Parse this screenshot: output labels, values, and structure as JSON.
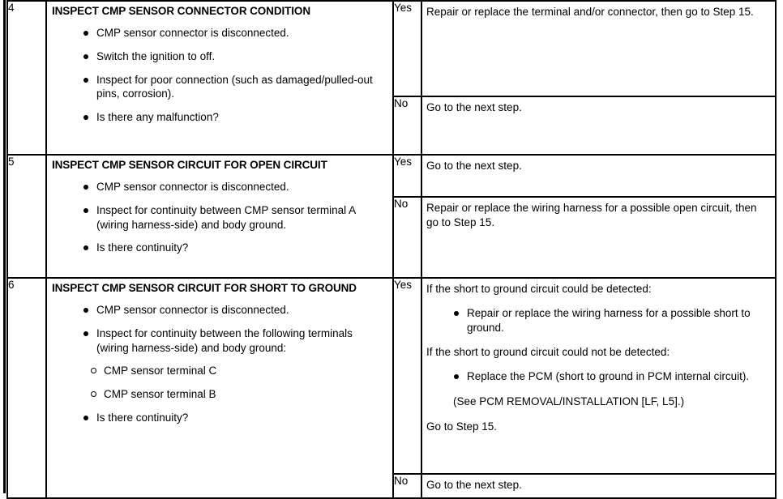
{
  "table": {
    "columns": [
      "step-number",
      "step-description",
      "answer-label",
      "answer-action"
    ],
    "rows": [
      {
        "number": "4",
        "title": "INSPECT CMP SENSOR CONNECTOR CONDITION",
        "bullets": [
          "CMP sensor connector is disconnected.",
          "Switch the ignition to off.",
          "Inspect for poor connection (such as damaged/pulled-out pins, corrosion).",
          "Is there any malfunction?"
        ],
        "yes_label": "Yes",
        "yes_action": "Repair or replace the terminal and/or connector, then go to Step 15.",
        "no_label": "No",
        "no_action": "Go to the next step."
      },
      {
        "number": "5",
        "title": "INSPECT CMP SENSOR CIRCUIT FOR OPEN CIRCUIT",
        "bullets": [
          "CMP sensor connector is disconnected.",
          "Inspect for continuity between CMP sensor terminal A (wiring harness-side) and body ground.",
          "Is there continuity?"
        ],
        "yes_label": "Yes",
        "yes_action": "Go to the next step.",
        "no_label": "No",
        "no_action": "Repair or replace the wiring harness for a possible open circuit, then go to Step 15."
      },
      {
        "number": "6",
        "title": "INSPECT CMP SENSOR CIRCUIT FOR SHORT TO GROUND",
        "bullet_1": "CMP sensor connector is disconnected.",
        "bullet_2": "Inspect for continuity between the following terminals (wiring harness-side) and body ground:",
        "sub_bullets": [
          "CMP sensor terminal C",
          "CMP sensor terminal B"
        ],
        "bullet_3": "Is there continuity?",
        "yes_label": "Yes",
        "yes_intro_detected": "If the short to ground circuit could be detected:",
        "yes_action_detected": "Repair or replace the wiring harness for a possible short to ground.",
        "yes_intro_not_detected": "If the short to ground circuit could not be detected:",
        "yes_action_not_detected": "Replace the PCM (short to ground in PCM internal circuit).",
        "yes_reference": "(See PCM REMOVAL/INSTALLATION [LF, L5].)",
        "yes_goto": "Go to Step 15.",
        "no_label": "No",
        "no_action": "Go to the next step."
      }
    ]
  }
}
